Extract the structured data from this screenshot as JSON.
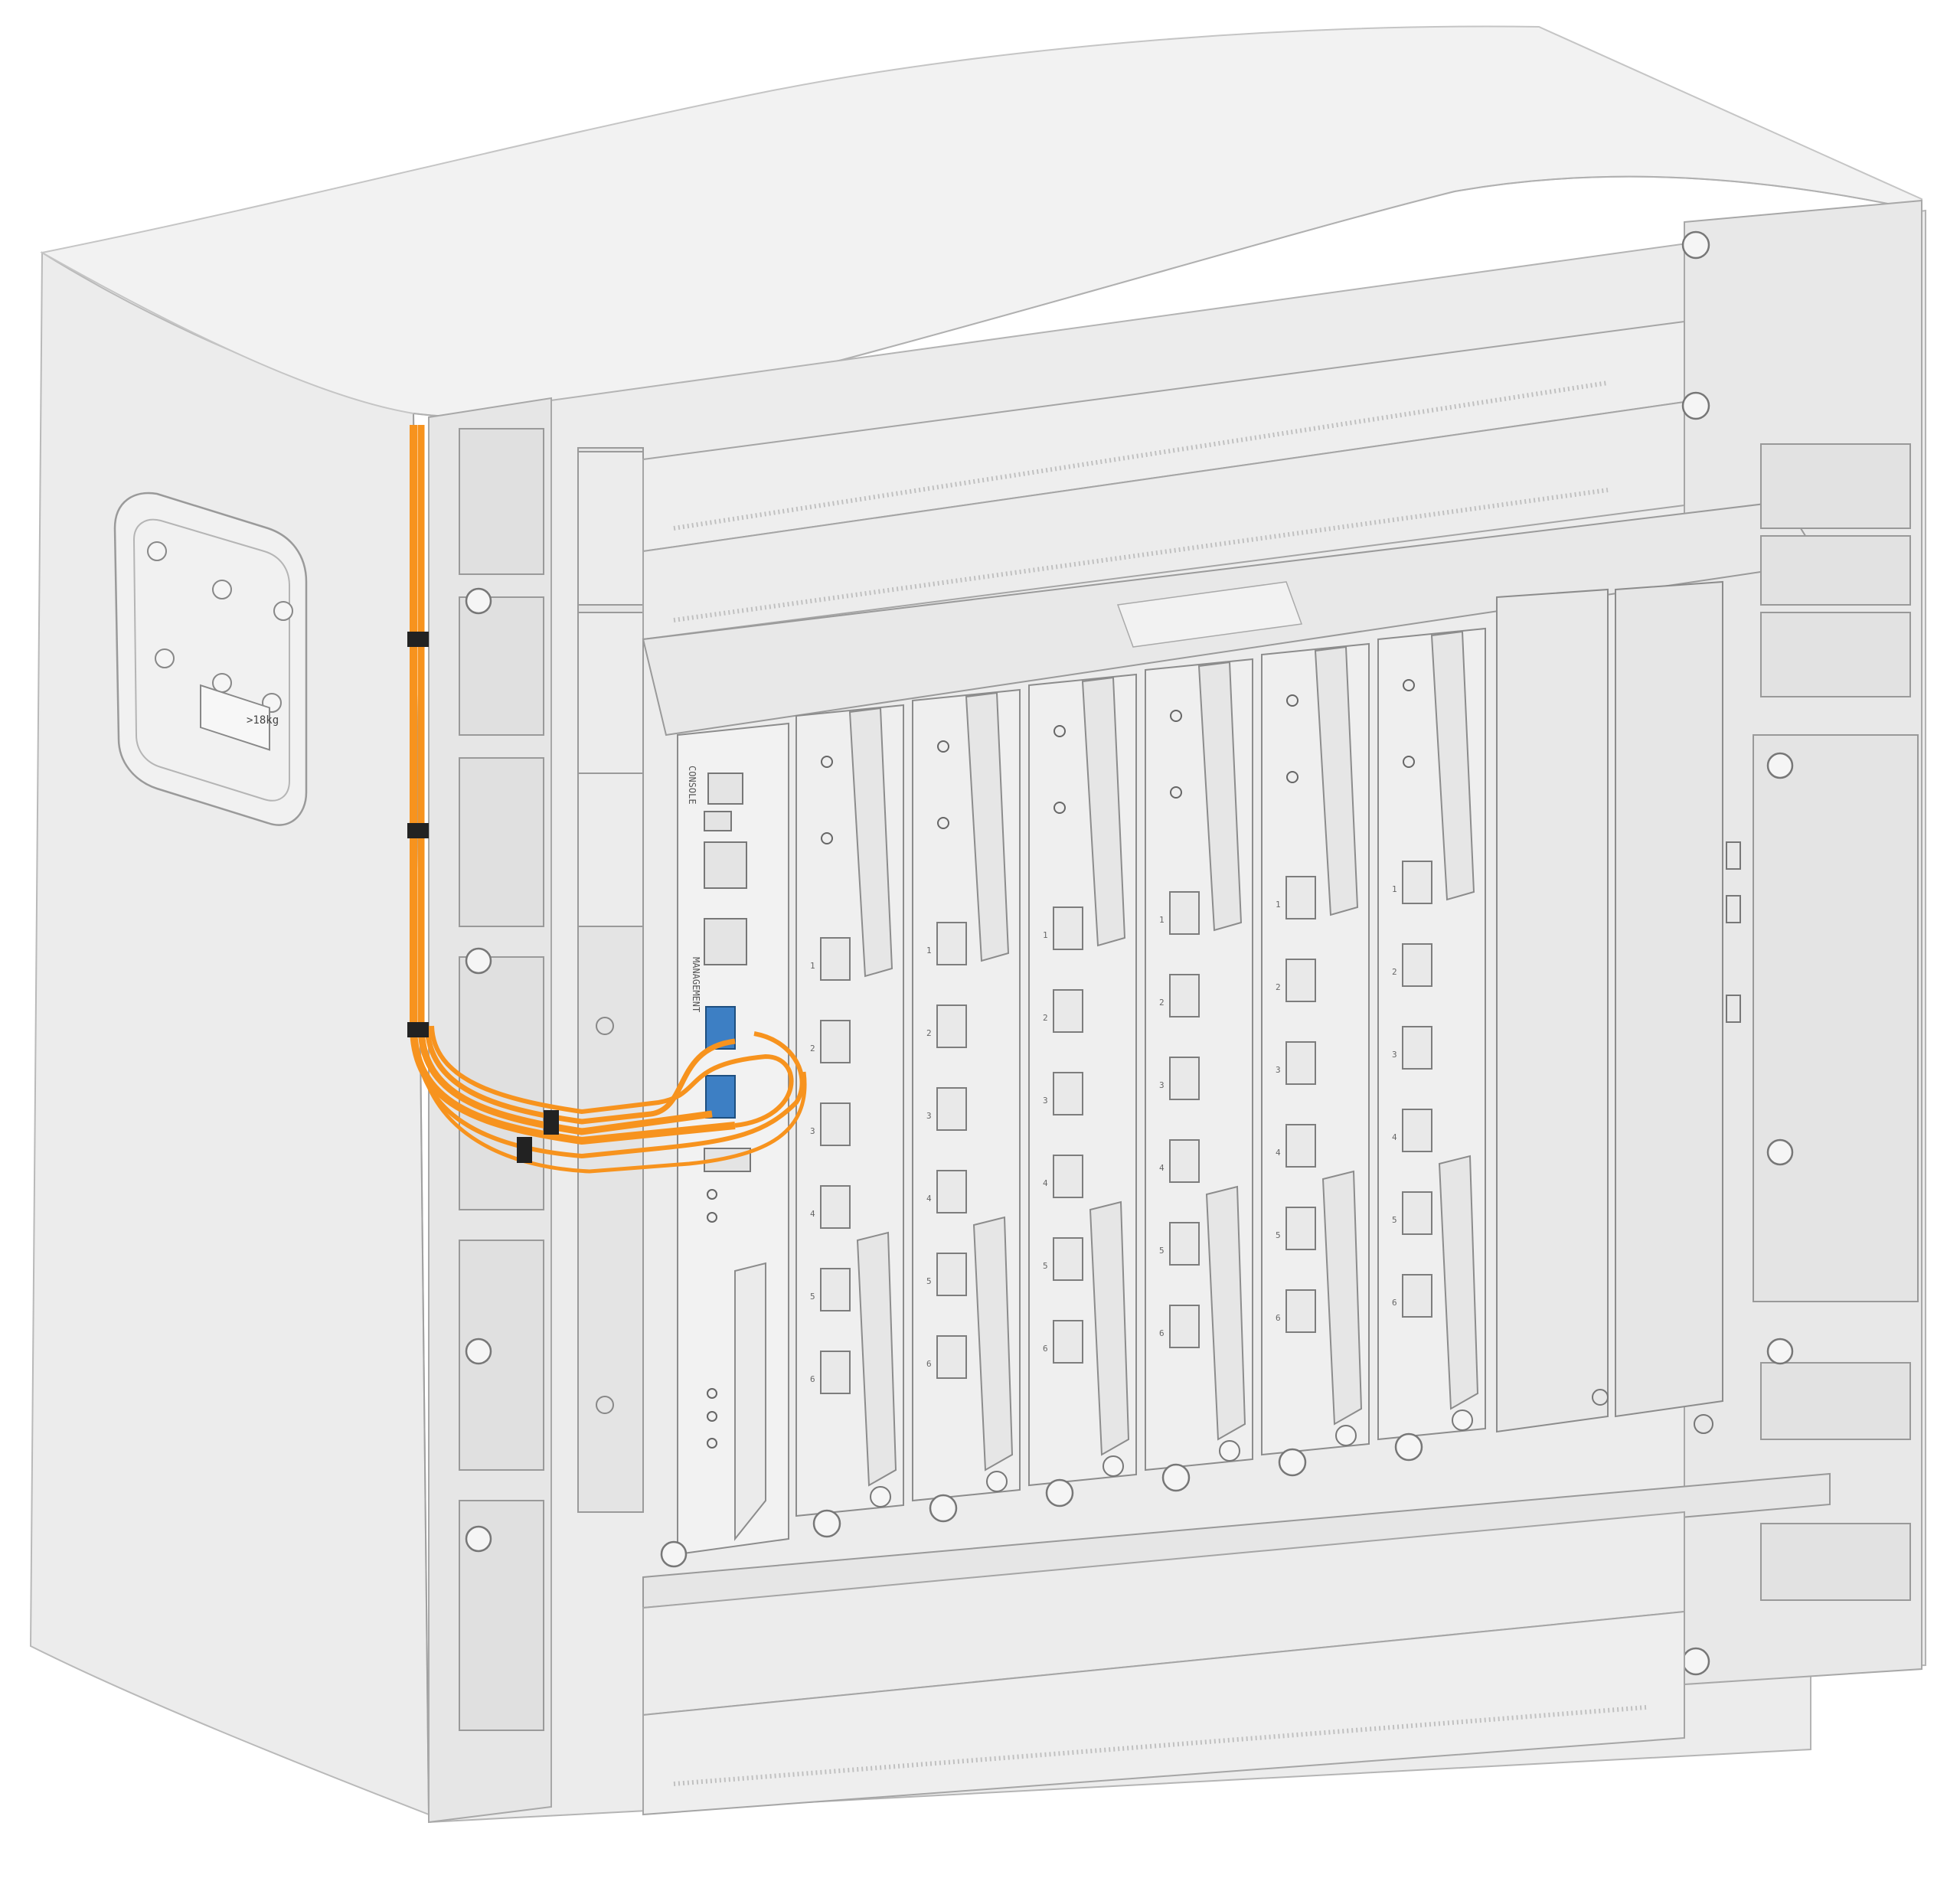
{
  "colors": {
    "chassis": "#e9e9e9",
    "chassis_dark": "#dcdcdc",
    "panel": "#efefef",
    "line": "#9a9a9a",
    "cable": "#f7931e",
    "cable_dark": "#d9790c",
    "tie": "#222222",
    "sfp": "#3d7fc4"
  },
  "labels": {
    "console": "CONSOLE",
    "management": "MANAGEMENT",
    "card_port_labels": [
      "1",
      "2",
      "3",
      "4",
      "5",
      "6"
    ],
    "warning_tag": ">18kg"
  },
  "components": {
    "chassis": "network-chassis",
    "mgmt_card": "management-card",
    "line_cards": 6,
    "blank_slots": 2
  }
}
